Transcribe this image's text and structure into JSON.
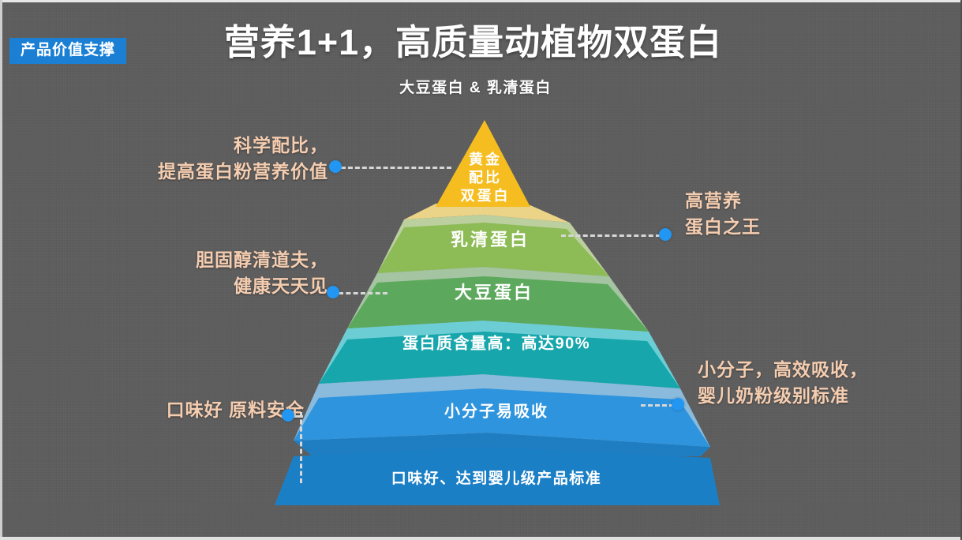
{
  "slide": {
    "background_color": "#5d5d5d",
    "badge": {
      "label": "产品价值支撑",
      "color": "#1b7fd4"
    },
    "title": "营养1+1，高质量动植物双蛋白",
    "subtitle": "大豆蛋白 & 乳清蛋白"
  },
  "chart_data": {
    "type": "pyramid",
    "title": "营养1+1，高质量动植物双蛋白",
    "subtitle": "大豆蛋白 & 乳清蛋白",
    "orientation": "top-apex",
    "tiers": [
      {
        "index": 1,
        "label": "黄金\n配比\n双蛋白",
        "label_lines": [
          "黄金",
          "配比",
          "双蛋白"
        ],
        "color": "#f5bd1f",
        "shadow_color": "#f2d98a",
        "shape": "triangle"
      },
      {
        "index": 2,
        "label": "乳清蛋白",
        "label_lines": [
          "乳清蛋白"
        ],
        "color": "#8dbb55",
        "shadow_color": "#c3d9a5",
        "shape": "trapezoid"
      },
      {
        "index": 3,
        "label": "大豆蛋白",
        "label_lines": [
          "大豆蛋白"
        ],
        "color": "#5ca85c",
        "shadow_color": "#aacda8",
        "shape": "trapezoid"
      },
      {
        "index": 4,
        "label": "蛋白质含量高：高达90%",
        "label_lines": [
          "蛋白质含量高：高达90%"
        ],
        "color": "#17a6ab",
        "shadow_color": "#6fd7e0",
        "shape": "trapezoid",
        "value": 90,
        "value_unit": "%"
      },
      {
        "index": 5,
        "label": "小分子易吸收",
        "label_lines": [
          "小分子易吸收"
        ],
        "color": "#2e94dd",
        "shadow_color": "#8fc4ea",
        "shape": "trapezoid"
      },
      {
        "index": 6,
        "label": "口味好、达到婴儿级产品标准",
        "label_lines": [
          "口味好、达到婴儿级产品标准"
        ],
        "color": "#1b7fc6",
        "shadow_color": "#1b7fc6",
        "shape": "trapezoid"
      }
    ]
  },
  "callouts": [
    {
      "id": "c1",
      "side": "left",
      "target_tier": 1,
      "lines": [
        "科学配比，",
        "提高蛋白粉营养价值"
      ],
      "color": "#f5cdb0"
    },
    {
      "id": "c2",
      "side": "left",
      "target_tier": 3,
      "lines": [
        "胆固醇清道夫，",
        "健康天天见"
      ],
      "color": "#f5cdb0"
    },
    {
      "id": "c3",
      "side": "left",
      "target_tier": 6,
      "lines": [
        "口味好 原料安全"
      ],
      "color": "#f5cdb0"
    },
    {
      "id": "c4",
      "side": "right",
      "target_tier": 2,
      "lines": [
        "高营养",
        "蛋白之王"
      ],
      "color": "#f5cdb0"
    },
    {
      "id": "c5",
      "side": "right",
      "target_tier": 5,
      "lines": [
        "小分子，高效吸收，",
        "婴儿奶粉级别标准"
      ],
      "color": "#f5cdb0"
    }
  ],
  "connector": {
    "dot_color": "#2196f3",
    "line_color": "#d7d7d7",
    "line_style": "dashed"
  },
  "tier_label_sizes": {
    "t1": 19,
    "t2": 22,
    "t3": 22,
    "t4": 20,
    "t5": 20,
    "t6": 19
  }
}
